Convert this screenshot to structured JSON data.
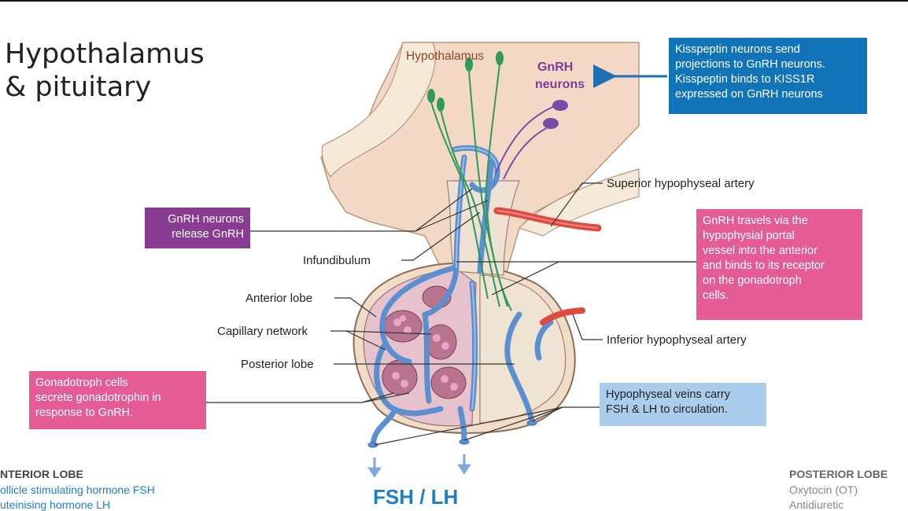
{
  "slide": {
    "title_line1": "Hypothalamus",
    "title_line2": "& pituitary"
  },
  "diagram": {
    "hypothalamus_label": "Hypothalamus",
    "gnrh_neurons_label_line1": "GnRH",
    "gnrh_neurons_label_line2": "neurons",
    "labels": {
      "superior_artery": "Superior hypophyseal artery",
      "infundibulum": "Infundibulum",
      "anterior_lobe": "Anterior lobe",
      "capillary_network": "Capillary network",
      "posterior_lobe": "Posterior lobe",
      "inferior_artery": "Inferior hypophyseal artery"
    },
    "output_label": "FSH / LH",
    "colors": {
      "brain_tissue": "#f2d8c5",
      "vessel": "#5b8fd0",
      "artery": "#e0493f",
      "kisspeptin_neuron": "#2e9a5a",
      "gnrh_neuron": "#7a4aa5"
    }
  },
  "callouts": {
    "kisspeptin": [
      "Kisspeptin neurons send",
      "projections to GnRH neurons.",
      "Kisspeptin binds to KISS1R",
      "expressed on GnRH neurons"
    ],
    "release": [
      "GnRH neurons",
      "release GnRH"
    ],
    "travel": [
      "GnRH travels via the",
      "hypophysial portal",
      "vessel into the anterior",
      "and binds to its receptor",
      "on the gonadotroph",
      "cells."
    ],
    "gonadotroph": [
      "Gonadotroph cells",
      "secrete gonadotrophin in",
      "response to GnRH."
    ],
    "veins": [
      "Hypophyseal veins carry",
      "FSH & LH to circulation."
    ]
  },
  "anterior_lobe": {
    "heading": "NTERIOR LOBE",
    "items": [
      "ollicle stimulating hormone FSH",
      "uteinising hormone LH"
    ]
  },
  "posterior_lobe": {
    "heading": "POSTERIOR LOBE",
    "items": [
      "Oxytocin (OT)",
      "Antidiuretic"
    ]
  }
}
